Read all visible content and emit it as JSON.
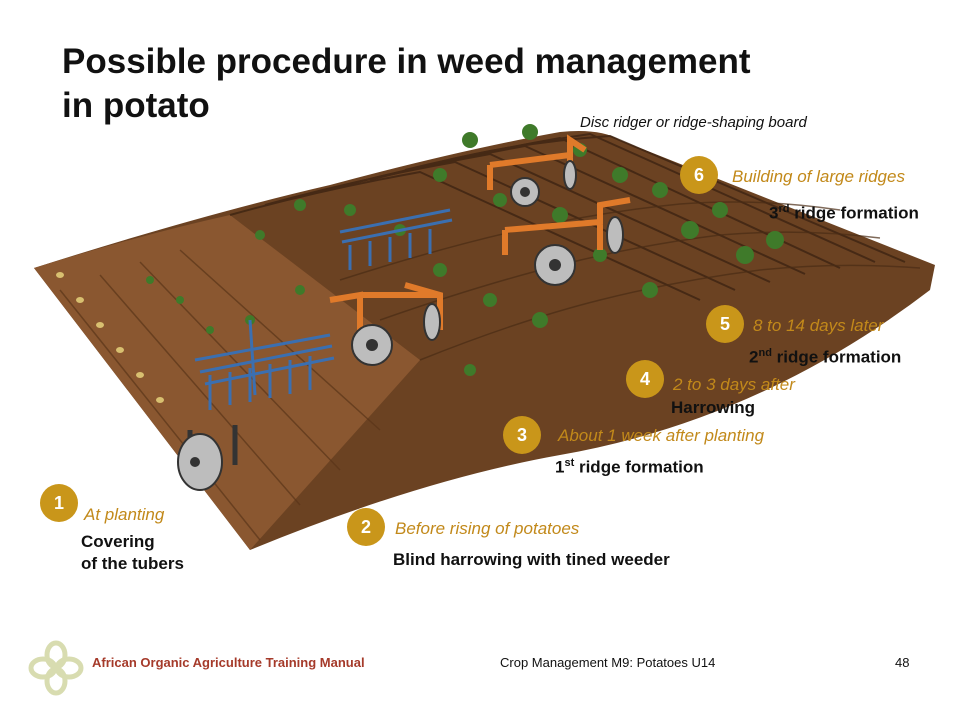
{
  "slide": {
    "title_line1": "Possible procedure in weed management",
    "title_line2": "in potato",
    "note": "Disc ridger or ridge-shaping board"
  },
  "steps": [
    {
      "number": "1",
      "timing": "At planting",
      "action_line1": "Covering",
      "action_line2": "of the tubers"
    },
    {
      "number": "2",
      "timing": "Before rising of potatoes",
      "action": "Blind harrowing with tined weeder"
    },
    {
      "number": "3",
      "timing": "About 1 week after planting",
      "action_ordinal": "1",
      "action_sup": "st",
      "action_rest": " ridge formation"
    },
    {
      "number": "4",
      "timing": "2 to 3 days after",
      "action": "Harrowing"
    },
    {
      "number": "5",
      "timing": "8 to 14 days later",
      "action_ordinal": "2",
      "action_sup": "nd",
      "action_rest": " ridge formation"
    },
    {
      "number": "6",
      "timing": "Building of large ridges",
      "action_ordinal": "3",
      "action_sup": "rd",
      "action_rest": " ridge formation"
    }
  ],
  "footer": {
    "manual": "African Organic Agriculture Training Manual",
    "module": "Crop Management M9: Potatoes U14",
    "page": "48"
  },
  "colors": {
    "accent": "#c9961a",
    "timing_text": "#c2891a",
    "soil_dark": "#5e3a1e",
    "soil_mid": "#7a4a25",
    "soil_light": "#8f5a2e",
    "plant": "#3f7a2a",
    "harrow": "#3b6fb0",
    "ridger_frame": "#e07a2a",
    "footer_red": "#a53a2a"
  }
}
